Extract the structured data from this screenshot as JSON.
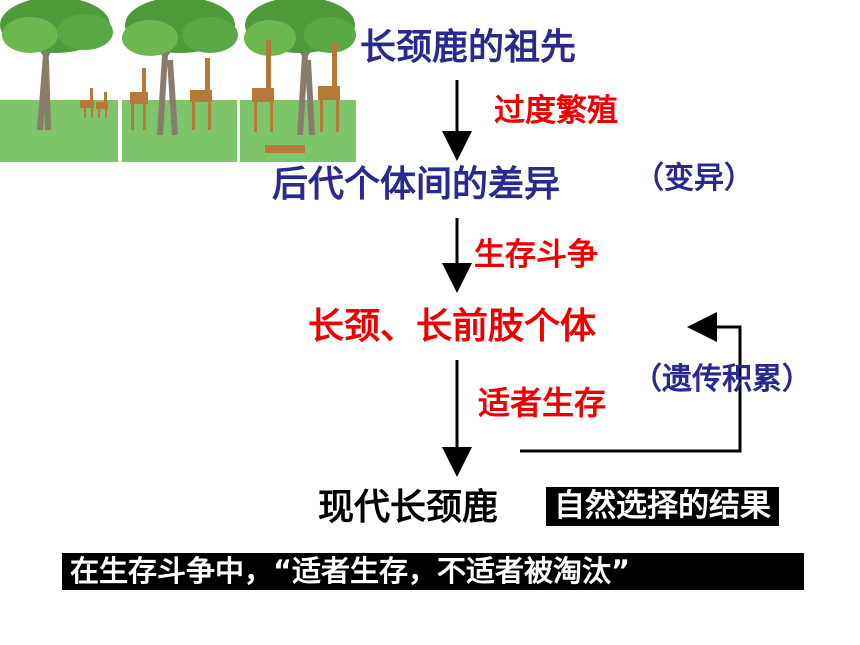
{
  "nodes": {
    "ancestor": "长颈鹿的祖先",
    "variation": "后代个体间的差异",
    "variation_note": "（变异）",
    "long_neck": "长颈、长前肢个体",
    "modern": "现代长颈鹿"
  },
  "edges": {
    "overbreeding": "过度繁殖",
    "struggle": "生存斗争",
    "survival": "适者生存",
    "accumulation": "（遗传积累）"
  },
  "result_label": "自然选择的结果",
  "conclusion": "在生存斗争中，“适者生存，不适者被淘汰”",
  "colors": {
    "node_text": "#2a2a8e",
    "edge_text": "#ee0000",
    "label_bg": "#000000",
    "label_text": "#ffffff"
  }
}
